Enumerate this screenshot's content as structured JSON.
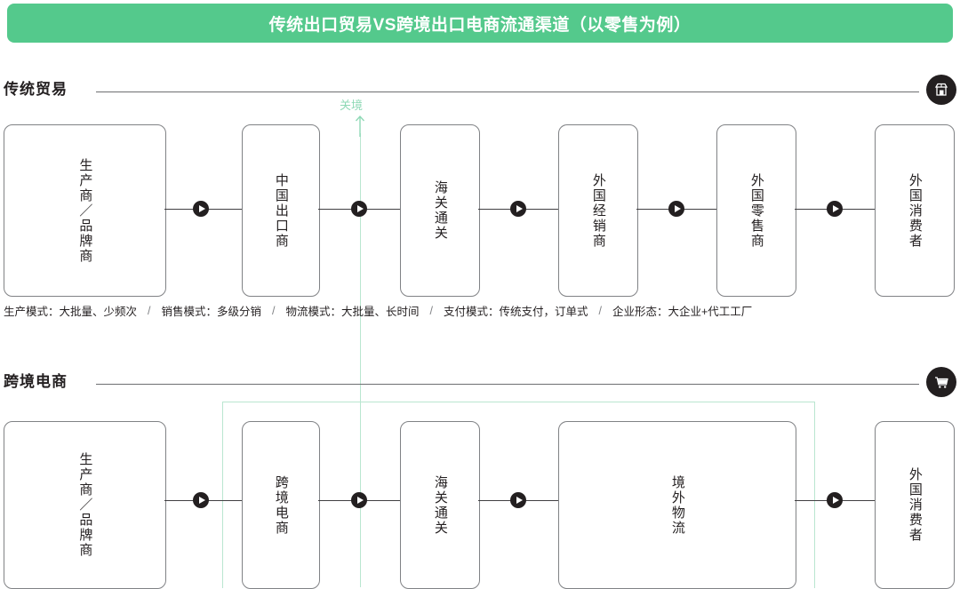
{
  "title": "传统出口贸易VS跨境出口电商流通渠道（以零售为例）",
  "accent_color": "#54c98c",
  "customs": {
    "label": "关境",
    "marker_color": "#8fd9b6"
  },
  "sections": [
    {
      "key": "traditional",
      "label": "传统贸易",
      "badge_icon": "storefront-icon",
      "nodes": [
        {
          "label": "生产商／品牌商"
        },
        {
          "label": "中国出口商"
        },
        {
          "label": "海关通关"
        },
        {
          "label": "外国经销商"
        },
        {
          "label": "外国零售商"
        },
        {
          "label": "外国消费者"
        }
      ]
    },
    {
      "key": "cross-border",
      "label": "跨境电商",
      "badge_icon": "shopping-cart-icon",
      "nodes": [
        {
          "label": "生产商／品牌商"
        },
        {
          "label": "跨境电商"
        },
        {
          "label": "海关通关"
        },
        {
          "label": "境外物流"
        },
        {
          "label": "外国消费者"
        }
      ]
    }
  ],
  "annotations": [
    "生产模式：大批量、少频次",
    "销售模式：多级分销",
    "物流模式：大批量、长时间",
    "支付模式：传统支付，订单式",
    "企业形态：大企业+代工工厂"
  ],
  "annotation_separator": "/"
}
